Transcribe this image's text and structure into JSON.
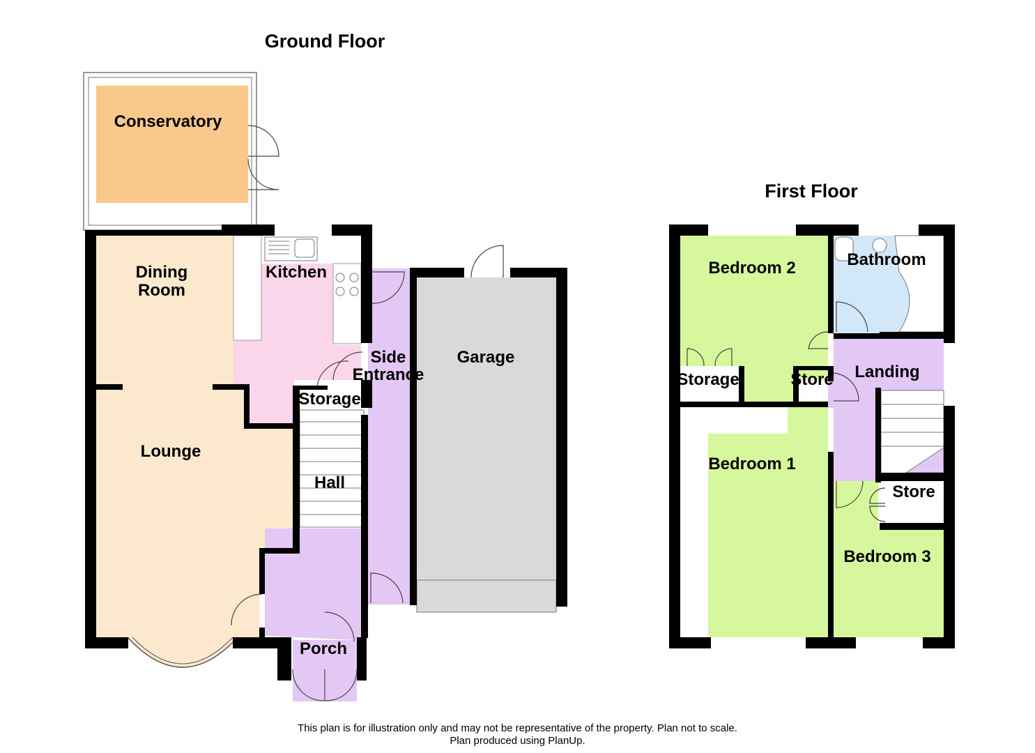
{
  "ground_floor": {
    "title": "Ground Floor",
    "rooms": {
      "conservatory": "Conservatory",
      "dining_room": [
        "Dining",
        "Room"
      ],
      "kitchen": "Kitchen",
      "lounge": "Lounge",
      "storage": "Storage",
      "hall": "Hall",
      "porch": "Porch",
      "side_entrance": [
        "Side",
        "Entrance"
      ],
      "garage": "Garage"
    }
  },
  "first_floor": {
    "title": "First Floor",
    "rooms": {
      "bedroom_2": "Bedroom 2",
      "bathroom": "Bathroom",
      "storage": "Storage",
      "store_upper": "Store",
      "landing": "Landing",
      "bedroom_1": "Bedroom 1",
      "store_lower": "Store",
      "bedroom_3": "Bedroom 3"
    }
  },
  "disclaimer": {
    "line1": "This plan is for illustration only and may not be representative of the property. Plan not to scale.",
    "line2": "Plan produced using PlanUp."
  },
  "colors": {
    "wall": "#000000",
    "conservatory": "#f8c98a",
    "dining_lounge": "#fce8cc",
    "kitchen": "#fbd5ea",
    "circulation": "#e3c8f5",
    "garage": "#d9d9d9",
    "bedroom": "#d6f79c",
    "bathroom": "#d2e8f8"
  }
}
